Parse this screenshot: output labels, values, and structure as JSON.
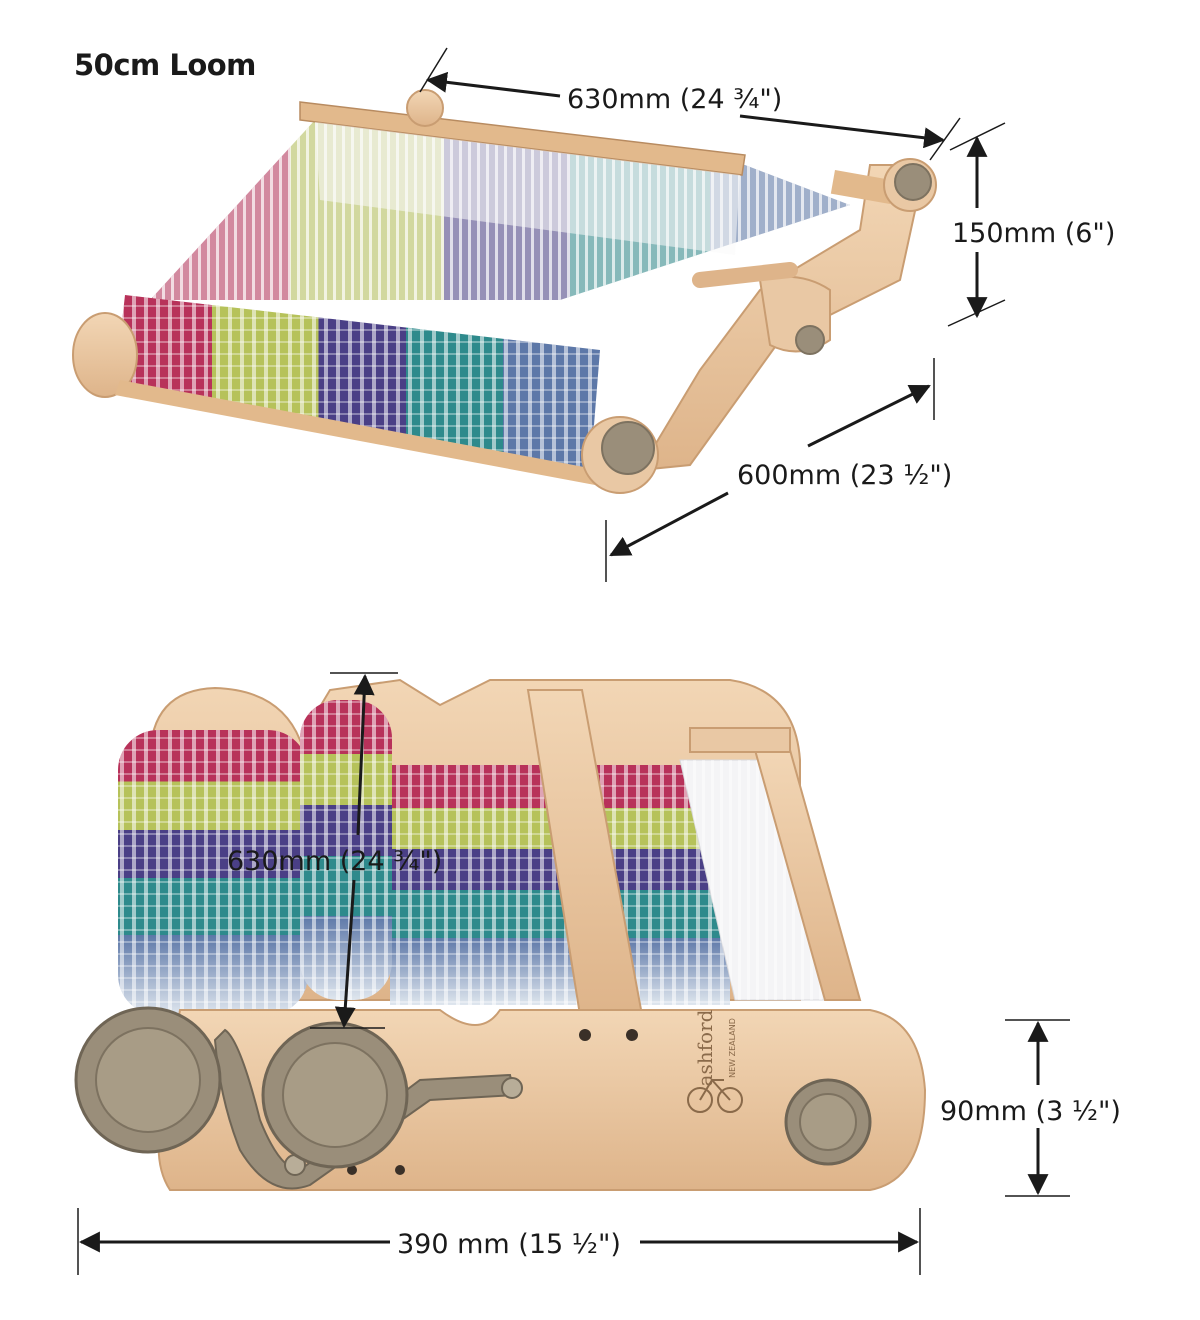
{
  "title": "50cm Loom",
  "dimensions": {
    "top_width": "630mm (24 ¾\")",
    "top_height": "150mm (6\")",
    "top_depth": "600mm (23 ½\")",
    "side_height": "630mm (24 ¾\")",
    "side_depth": "90mm (3 ½\")",
    "side_length": "390 mm (15 ½\")"
  },
  "branding": {
    "maker": "ashford",
    "origin": "NEW ZEALAND"
  },
  "colors": {
    "wood": "#e9c8a4",
    "wood_dark": "#c99d72",
    "knob": "#9a8e7a",
    "ink": "#1a1a1a"
  }
}
